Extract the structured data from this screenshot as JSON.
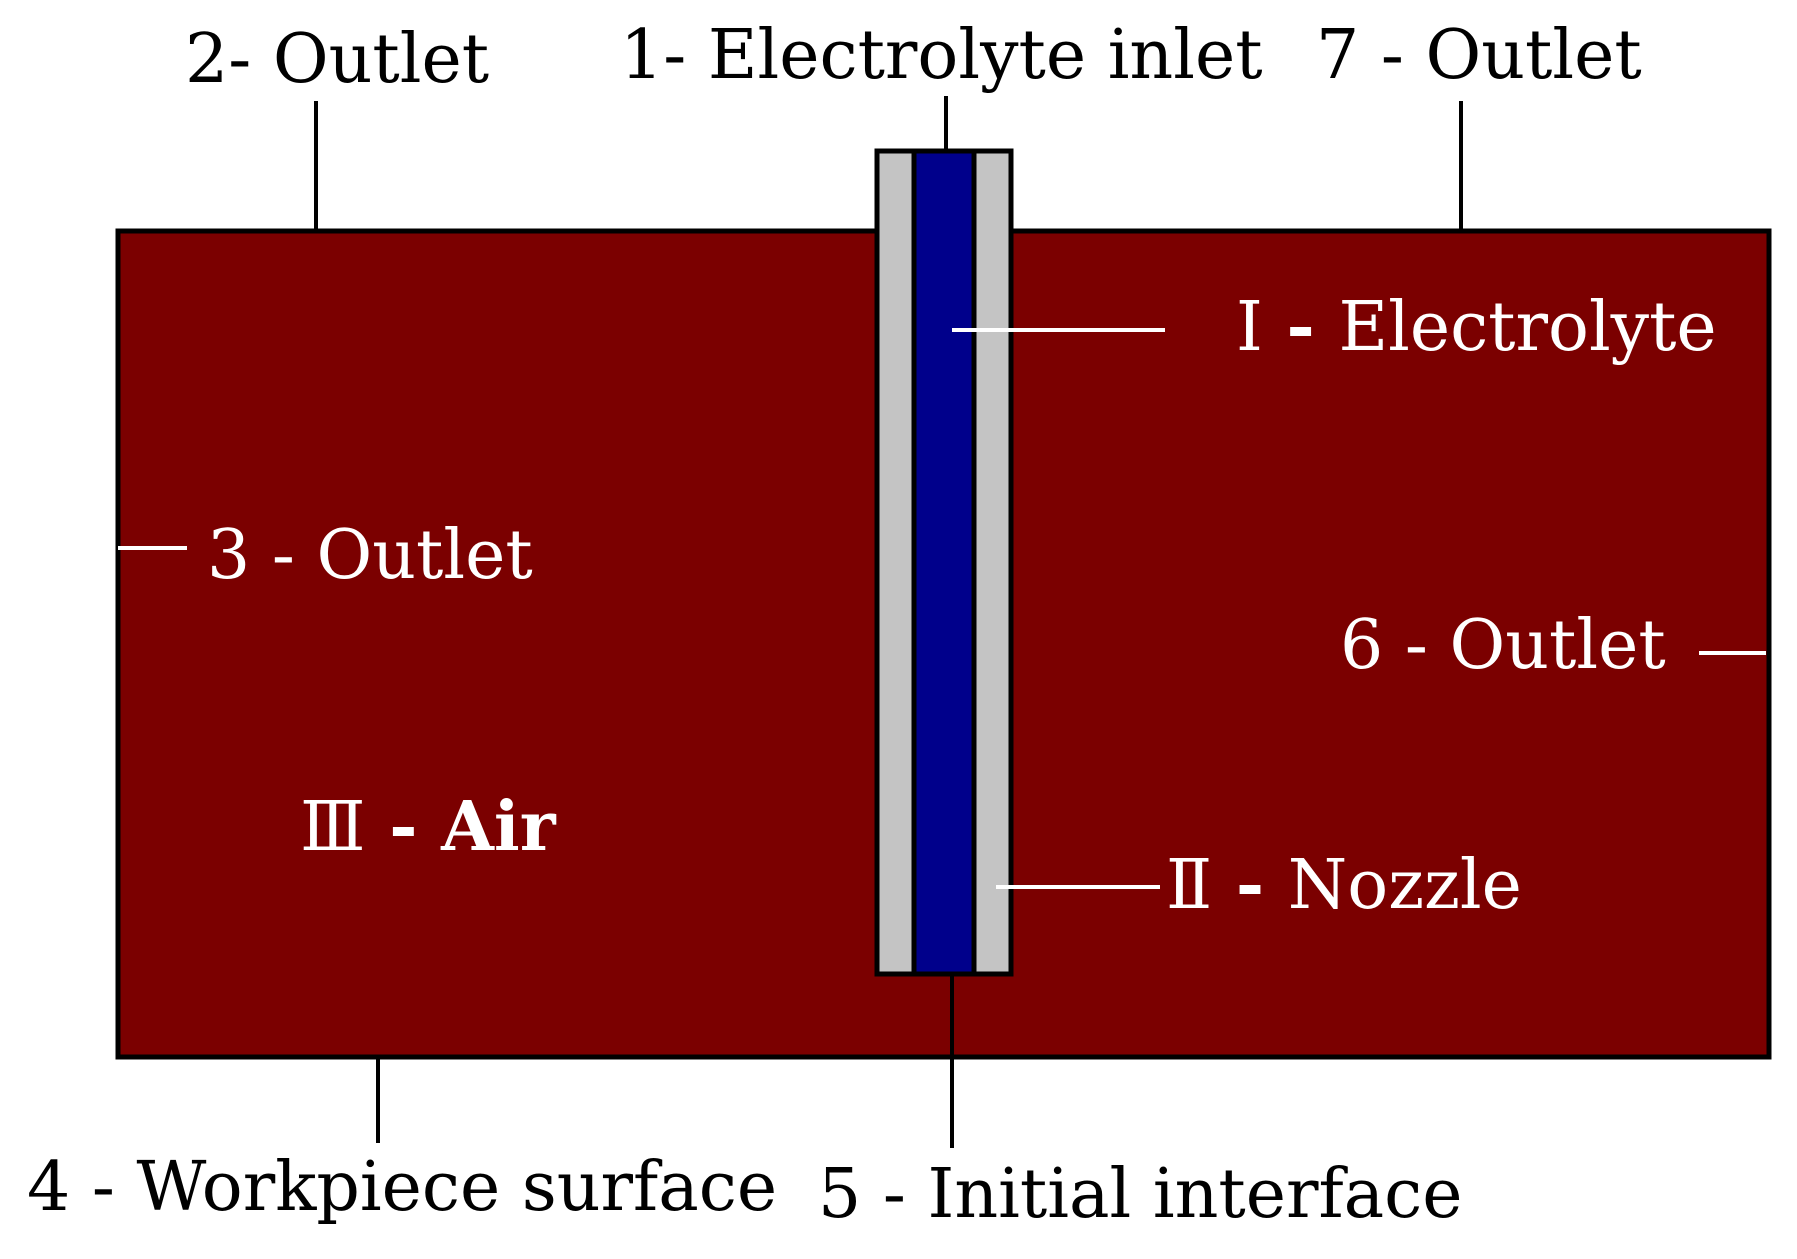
{
  "colors": {
    "domain_fill": "#7B0000",
    "electrolyte_fill": "#00008B",
    "nozzle_wall_fill": "#C4C4C4",
    "outline": "#000000",
    "background": "#FFFFFF",
    "light_text": "#FFFFFF",
    "dark_text": "#000000"
  },
  "boundaries": {
    "b1": "1- Electrolyte inlet",
    "b2": "2- Outlet",
    "b3": "3 - Outlet",
    "b4": "4 - Workpiece surface",
    "b5": "5 - Initial interface",
    "b6": "6 - Outlet",
    "b7": "7 - Outlet"
  },
  "regions": {
    "r1": {
      "numeral": "Ⅰ",
      "sep": " - ",
      "name": "Electrolyte"
    },
    "r2": {
      "numeral": "Ⅱ",
      "sep": " - ",
      "name": "Nozzle"
    },
    "r3": {
      "numeral": "Ⅲ",
      "sep": " - ",
      "name": "Air"
    }
  }
}
